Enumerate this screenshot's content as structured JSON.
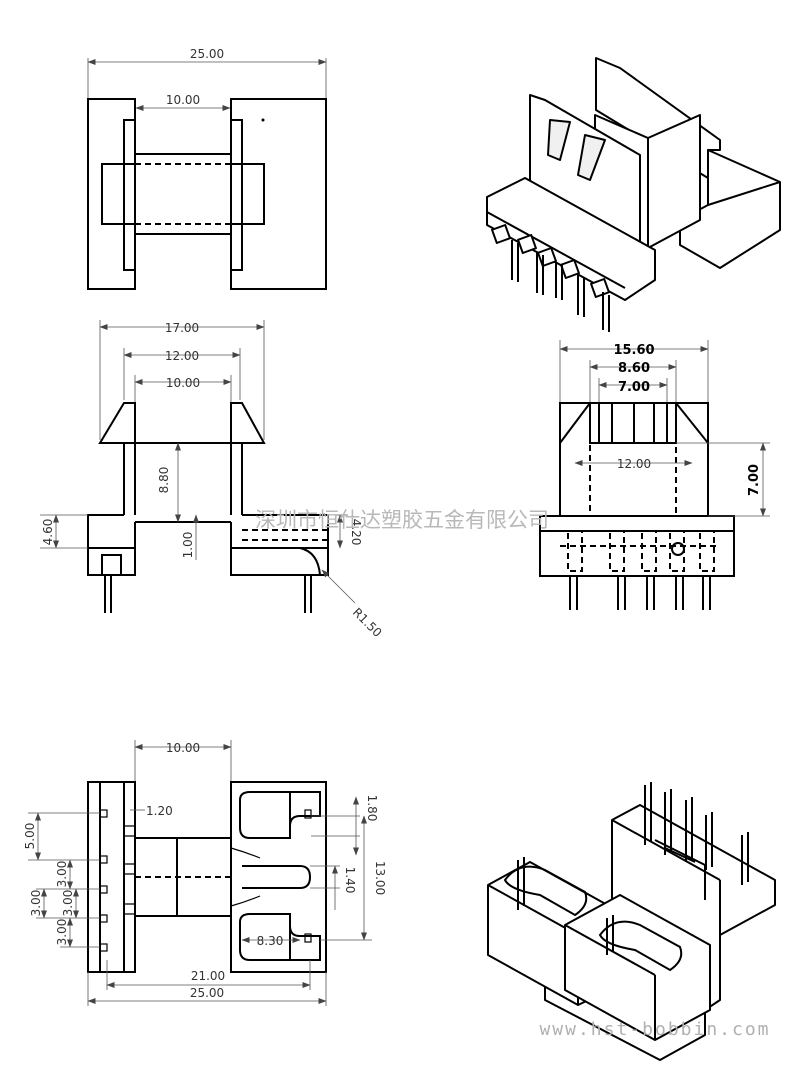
{
  "dimensions": {
    "top_view": {
      "overall_width": "25.00",
      "inner_width": "10.00"
    },
    "front_view": {
      "width_outer": "17.00",
      "width_mid": "12.00",
      "width_inner": "10.00",
      "height_core": "8.80",
      "height_base": "4.60",
      "base_step": "1.00",
      "pin_height": "4.20",
      "radius": "R1.50"
    },
    "side_view": {
      "width_outer": "15.60",
      "width_mid": "8.60",
      "width_inner": "7.00",
      "inner_span": "12.00",
      "height": "7.00"
    },
    "bottom_view": {
      "inner_width": "10.00",
      "pin_offset": "1.20",
      "pitch_large": "5.00",
      "pitch_a": "3.00",
      "pitch_b": "3.00",
      "pitch_c": "3.00",
      "pitch_d": "3.00",
      "slot_width": "1.80",
      "center_width": "13.00",
      "slot_gap": "1.40",
      "slot_length": "8.30",
      "pin_span": "21.00",
      "overall_width": "25.00"
    }
  },
  "watermarks": {
    "company": "深圳市恒仕达塑胶五金有限公司",
    "website": "www.hst-bobbin.com"
  }
}
